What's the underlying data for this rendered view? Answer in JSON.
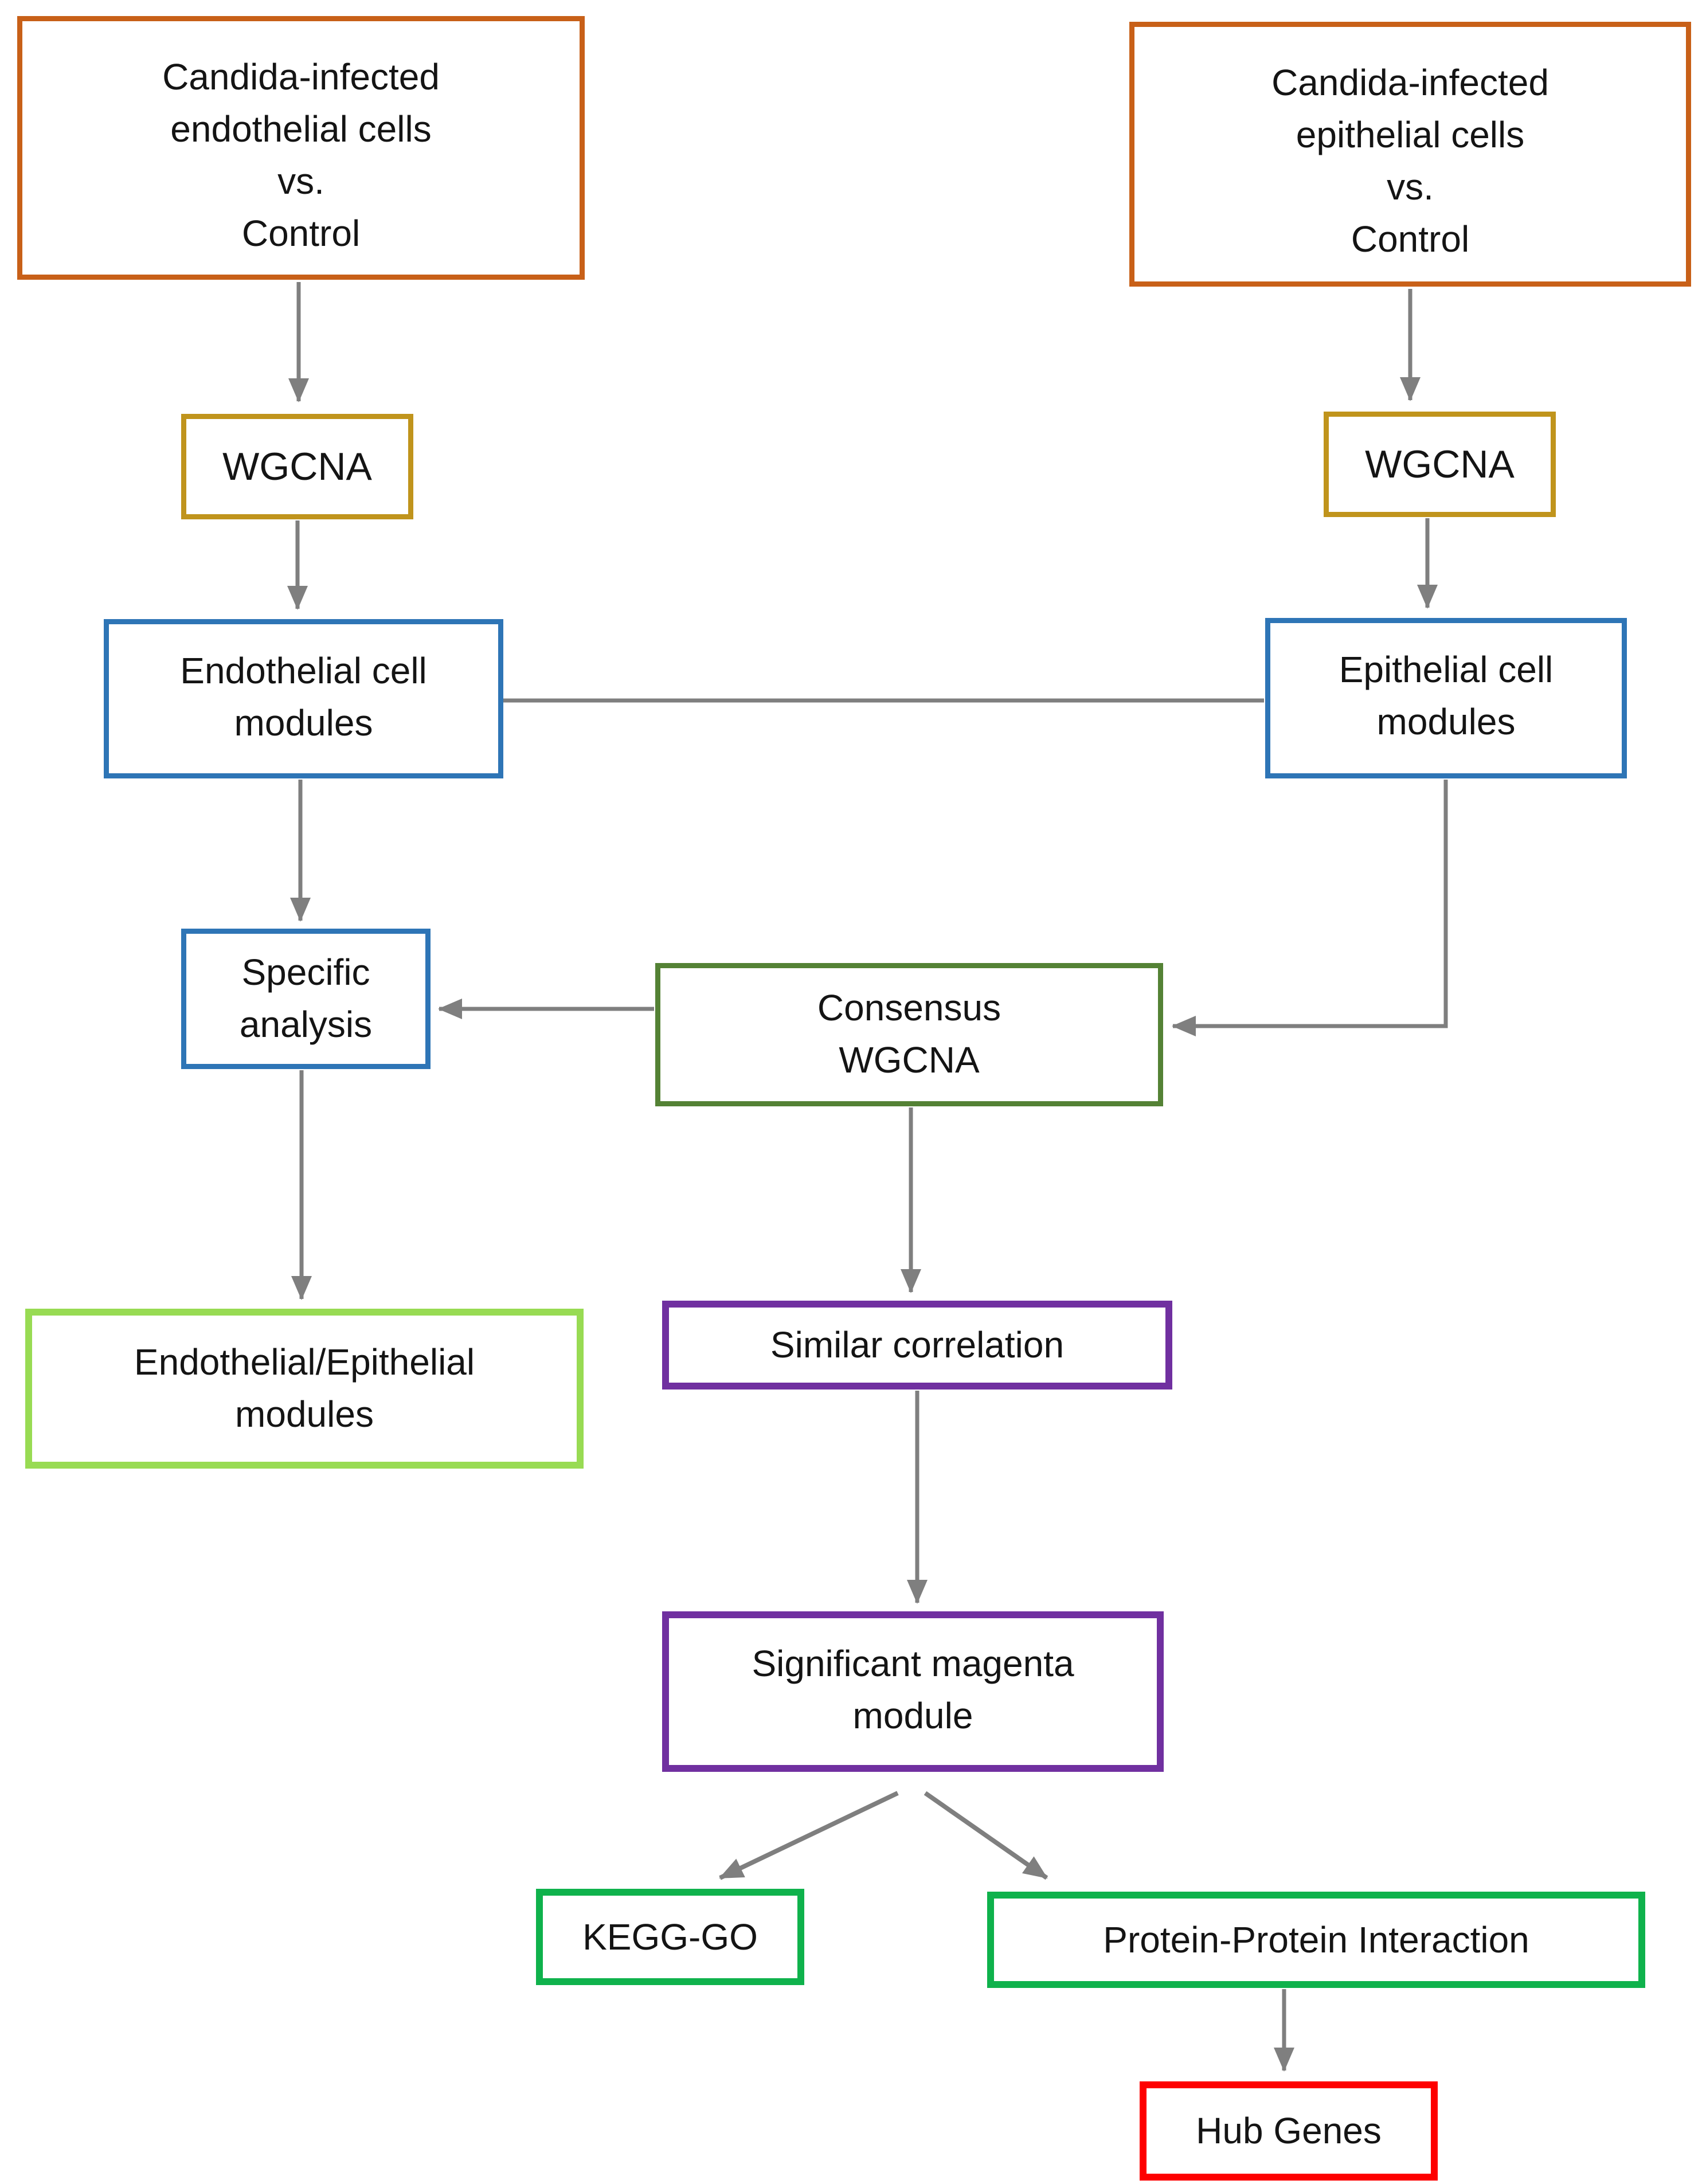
{
  "diagram": {
    "type": "flowchart",
    "background_color": "#FFFFFF",
    "text_color": "#141414",
    "arrow_color": "#7F7F7F",
    "colors": {
      "orange": "#C86018",
      "gold": "#C0941C",
      "blue": "#2E75B6",
      "dark_green": "#548235",
      "light_green": "#98DB53",
      "purple": "#7030A0",
      "bright_green": "#0FB24C",
      "red": "#FE0000"
    },
    "nodes": [
      {
        "id": "candida-endothelial-vs-control",
        "label": "Candida-infected\nendothelial cells\nvs.\nControl",
        "border_color": "#C86018"
      },
      {
        "id": "candida-epithelial-vs-control",
        "label": "Candida-infected\nepithelial cells\nvs.\nControl",
        "border_color": "#C86018"
      },
      {
        "id": "wgcna-left",
        "label": "WGCNA",
        "border_color": "#C0941C"
      },
      {
        "id": "wgcna-right",
        "label": "WGCNA",
        "border_color": "#C0941C"
      },
      {
        "id": "endothelial-cell-modules",
        "label": "Endothelial cell\nmodules",
        "border_color": "#2E75B6"
      },
      {
        "id": "epithelial-cell-modules",
        "label": "Epithelial cell\nmodules",
        "border_color": "#2E75B6"
      },
      {
        "id": "specific-analysis",
        "label": "Specific\nanalysis",
        "border_color": "#2E75B6"
      },
      {
        "id": "consensus-wgcna",
        "label": "Consensus\nWGCNA",
        "border_color": "#548235"
      },
      {
        "id": "endothelial-epithelial-modules",
        "label": "Endothelial/Epithelial\nmodules",
        "border_color": "#98DB53"
      },
      {
        "id": "similar-correlation",
        "label": "Similar correlation",
        "border_color": "#7030A0"
      },
      {
        "id": "significant-magenta-module",
        "label": "Significant magenta\nmodule",
        "border_color": "#7030A0"
      },
      {
        "id": "kegg-go",
        "label": "KEGG-GO",
        "border_color": "#0FB24C"
      },
      {
        "id": "protein-protein-interaction",
        "label": "Protein-Protein Interaction",
        "border_color": "#0FB24C"
      },
      {
        "id": "hub-genes",
        "label": "Hub Genes",
        "border_color": "#FE0000"
      }
    ],
    "edges": [
      {
        "from": "candida-endothelial-vs-control",
        "to": "wgcna-left",
        "style": "arrow"
      },
      {
        "from": "candida-epithelial-vs-control",
        "to": "wgcna-right",
        "style": "arrow"
      },
      {
        "from": "wgcna-left",
        "to": "endothelial-cell-modules",
        "style": "arrow"
      },
      {
        "from": "wgcna-right",
        "to": "epithelial-cell-modules",
        "style": "arrow"
      },
      {
        "from": "endothelial-cell-modules",
        "to": "epithelial-cell-modules",
        "style": "plain-line"
      },
      {
        "from": "endothelial-cell-modules",
        "to": "specific-analysis",
        "style": "arrow"
      },
      {
        "from": "consensus-wgcna",
        "to": "specific-analysis",
        "style": "arrow"
      },
      {
        "from": "epithelial-cell-modules",
        "to": "consensus-wgcna",
        "style": "elbow-arrow"
      },
      {
        "from": "consensus-wgcna",
        "to": "similar-correlation",
        "style": "arrow"
      },
      {
        "from": "similar-correlation",
        "to": "significant-magenta-module",
        "style": "arrow"
      },
      {
        "from": "specific-analysis",
        "to": "endothelial-epithelial-modules",
        "style": "arrow"
      },
      {
        "from": "significant-magenta-module",
        "to": "kegg-go",
        "style": "diagonal-arrow"
      },
      {
        "from": "significant-magenta-module",
        "to": "protein-protein-interaction",
        "style": "diagonal-arrow"
      },
      {
        "from": "protein-protein-interaction",
        "to": "hub-genes",
        "style": "arrow"
      }
    ]
  }
}
